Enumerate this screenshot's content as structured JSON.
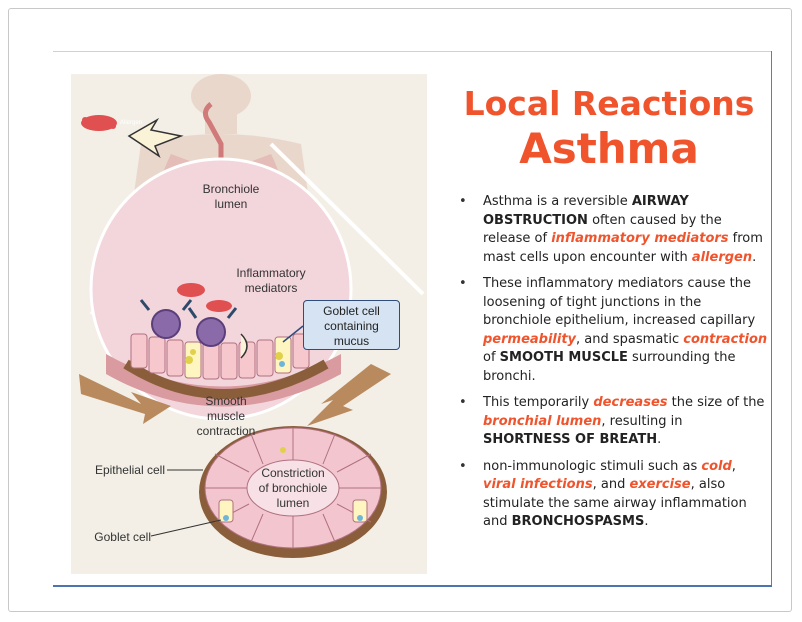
{
  "slide": {
    "title_line1": "Local Reactions",
    "title_line2": "Asthma"
  },
  "figure": {
    "allergen_tag": "Allergen",
    "bronchiole_lumen": [
      "Bronchiole",
      "lumen"
    ],
    "inflammatory_mediators": [
      "Inflammatory",
      "mediators"
    ],
    "goblet_callout": [
      "Goblet cell",
      "containing",
      "mucus"
    ],
    "smooth_muscle": [
      "Smooth",
      "muscle",
      "contraction"
    ],
    "constriction": [
      "Constriction",
      "of bronchiole",
      "lumen"
    ],
    "epithelial_cell": "Epithelial cell",
    "goblet_cell": "Goblet cell"
  },
  "bullets": [
    {
      "parts": [
        {
          "t": "Asthma is a reversible ",
          "s": "n"
        },
        {
          "t": "AIRWAY OBSTRUCTION",
          "s": "b"
        },
        {
          "t": " often caused by the release of ",
          "s": "n"
        },
        {
          "t": "inflammatory mediators",
          "s": "h"
        },
        {
          "t": " from mast cells upon encounter with ",
          "s": "n"
        },
        {
          "t": "allergen",
          "s": "h"
        },
        {
          "t": ".",
          "s": "n"
        }
      ]
    },
    {
      "parts": [
        {
          "t": "These inflammatory mediators cause the loosening of tight junctions in the bronchiole epithelium, increased capillary ",
          "s": "n"
        },
        {
          "t": "permeability",
          "s": "h"
        },
        {
          "t": ", and spasmatic ",
          "s": "n"
        },
        {
          "t": "contraction",
          "s": "h"
        },
        {
          "t": " of ",
          "s": "n"
        },
        {
          "t": "SMOOTH MUSCLE",
          "s": "b"
        },
        {
          "t": " surrounding the bronchi.",
          "s": "n"
        }
      ]
    },
    {
      "parts": [
        {
          "t": "This temporarily ",
          "s": "n"
        },
        {
          "t": "decreases",
          "s": "h"
        },
        {
          "t": " the size of the ",
          "s": "n"
        },
        {
          "t": "bronchial lumen",
          "s": "h"
        },
        {
          "t": ", resulting in ",
          "s": "n"
        },
        {
          "t": "SHORTNESS OF BREATH",
          "s": "b"
        },
        {
          "t": ".",
          "s": "n"
        }
      ]
    },
    {
      "parts": [
        {
          "t": "non-immunologic stimuli such as ",
          "s": "n"
        },
        {
          "t": "cold",
          "s": "h"
        },
        {
          "t": ", ",
          "s": "n"
        },
        {
          "t": "viral infections",
          "s": "h"
        },
        {
          "t": ", and ",
          "s": "n"
        },
        {
          "t": "exercise",
          "s": "h"
        },
        {
          "t": ", also stimulate the same airway inflammation and ",
          "s": "n"
        },
        {
          "t": "BRONCHOSPASMS",
          "s": "b"
        },
        {
          "t": ".",
          "s": "n"
        }
      ]
    }
  ],
  "colors": {
    "accent": "#f0542d",
    "callout_fill": "#d5e3f2",
    "rule": "#4d74b1"
  }
}
